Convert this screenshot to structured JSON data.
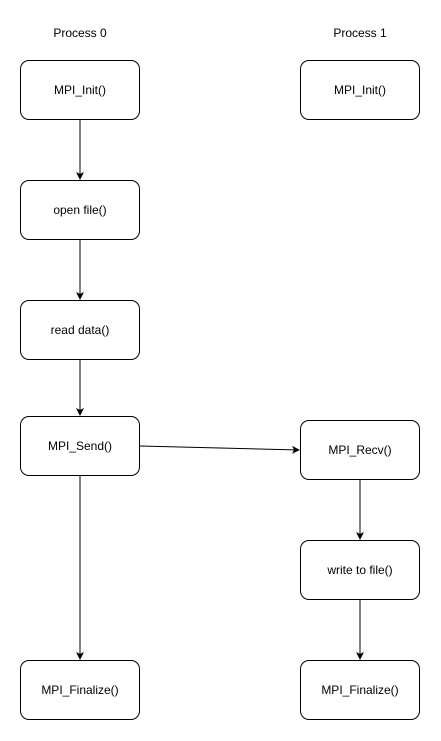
{
  "columns": {
    "process0": "Process 0",
    "process1": "Process 1"
  },
  "nodes": {
    "p0_init": "MPI_Init()",
    "p0_open": "open file()",
    "p0_read": "read data()",
    "p0_send": "MPI_Send()",
    "p0_finalize": "MPI_Finalize()",
    "p1_init": "MPI_Init()",
    "p1_recv": "MPI_Recv()",
    "p1_write": "write to file()",
    "p1_finalize": "MPI_Finalize()"
  },
  "edges": [
    {
      "from": "p0_init",
      "to": "p0_open"
    },
    {
      "from": "p0_open",
      "to": "p0_read"
    },
    {
      "from": "p0_read",
      "to": "p0_send"
    },
    {
      "from": "p0_send",
      "to": "p0_finalize"
    },
    {
      "from": "p0_send",
      "to": "p1_recv"
    },
    {
      "from": "p1_recv",
      "to": "p1_write"
    },
    {
      "from": "p1_write",
      "to": "p1_finalize"
    }
  ],
  "colors": {
    "stroke": "#000000",
    "background": "#ffffff"
  }
}
